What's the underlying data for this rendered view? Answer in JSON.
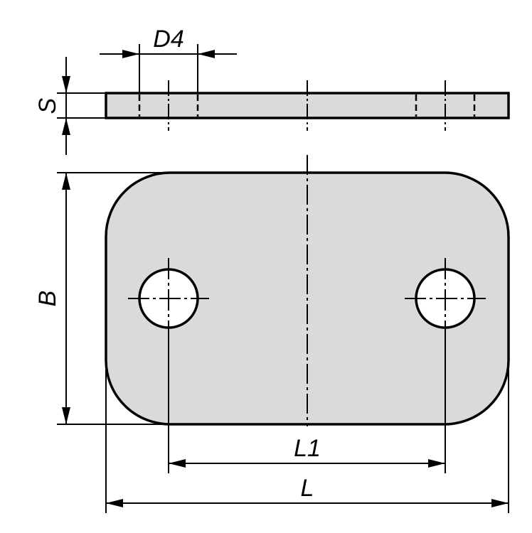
{
  "drawing": {
    "labels": {
      "d4": "D4",
      "s": "S",
      "b": "B",
      "l1": "L1",
      "l": "L"
    },
    "colors": {
      "part_fill": "#dadada",
      "line": "#000000",
      "hole_fill": "#ffffff"
    }
  }
}
